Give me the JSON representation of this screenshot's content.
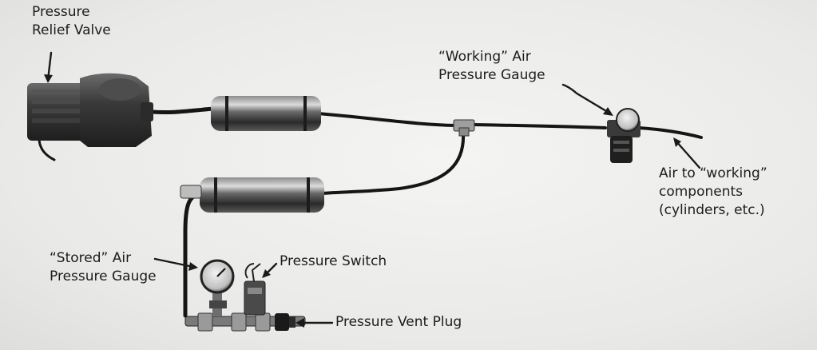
{
  "labels": {
    "relief_valve": [
      "Pressure",
      "Relief Valve"
    ],
    "working_gauge": [
      "“Working” Air",
      "Pressure Gauge"
    ],
    "air_out": [
      "Air to “working”",
      "components",
      "(cylinders, etc.)"
    ],
    "stored_gauge": [
      "“Stored” Air",
      "Pressure Gauge"
    ],
    "pressure_switch": [
      "Pressure Switch"
    ],
    "vent_plug": [
      "Pressure Vent Plug"
    ]
  },
  "colors": {
    "background": "#ececea",
    "ink": "#1c1c1c",
    "hose": "#151515",
    "metal_dark": "#2e2e2e",
    "metal_light": "#a9a9a9"
  },
  "icons": [
    "compressor-icon",
    "air-tank-icon",
    "pressure-gauge-icon",
    "pressure-switch-icon",
    "vent-plug-icon",
    "tee-fitting-icon",
    "regulator-icon"
  ]
}
